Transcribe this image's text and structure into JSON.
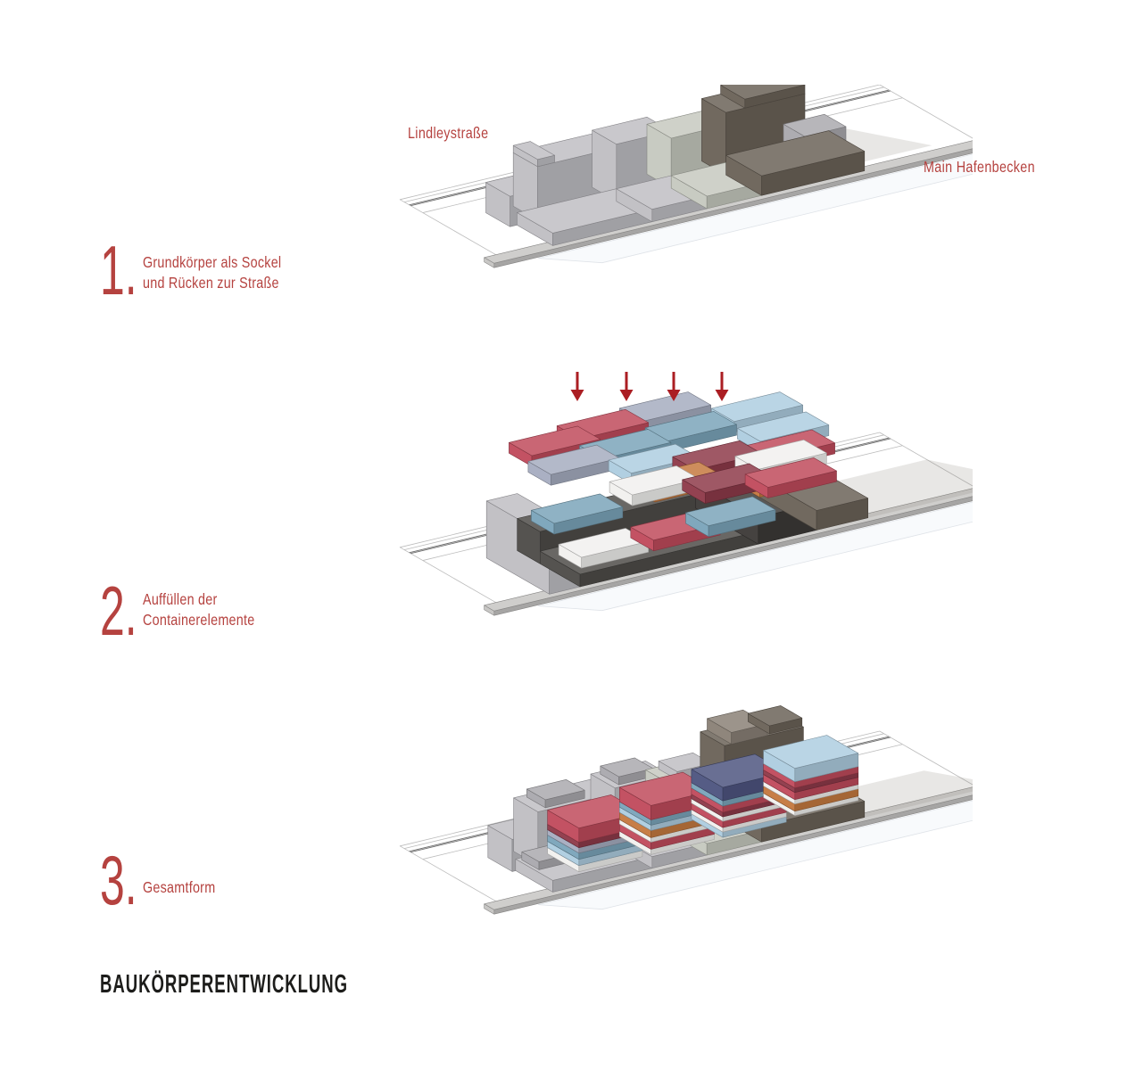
{
  "title": "BAUKÖRPERENTWICKLUNG",
  "map_labels": {
    "street": "Lindleystraße",
    "basin": "Main Hafenbecken"
  },
  "steps": [
    {
      "number": "1.",
      "lines": [
        "Grundkörper als Sockel",
        "und Rücken zur Straße"
      ]
    },
    {
      "number": "2.",
      "lines": [
        "Auffüllen der",
        "Containerelemente"
      ]
    },
    {
      "number": "3.",
      "lines": [
        "Gesamtform"
      ]
    }
  ],
  "diagram": {
    "arrow_count": 4
  },
  "colors": {
    "accent_red": "#b5423f",
    "arrow_red": "#ab1e23",
    "title_black": "#1d1d1b",
    "materials": {
      "lightgray": "#bfbec3",
      "midgray": "#aaa9ae",
      "greengray": "#c6c9bf",
      "browndark": "#6b6358",
      "brown2": "#8a8177",
      "darkbase": "#4e4c49",
      "black2": "#3d3a38",
      "red": "#c04b5c",
      "maroon": "#8e3a4a",
      "steelblue": "#7ba4ba",
      "lightblue": "#aecde0",
      "bluegray": "#a6adc0",
      "navy": "#4e5580",
      "orange": "#c5793f",
      "white": "#f1f0ee",
      "ground": "#c6c5c3",
      "water": "#f8fafc",
      "waterline": "#dfe3e8",
      "line": "#bcbcbc",
      "lineDark": "#6e6e6e",
      "shadow": "#8a857f"
    }
  }
}
